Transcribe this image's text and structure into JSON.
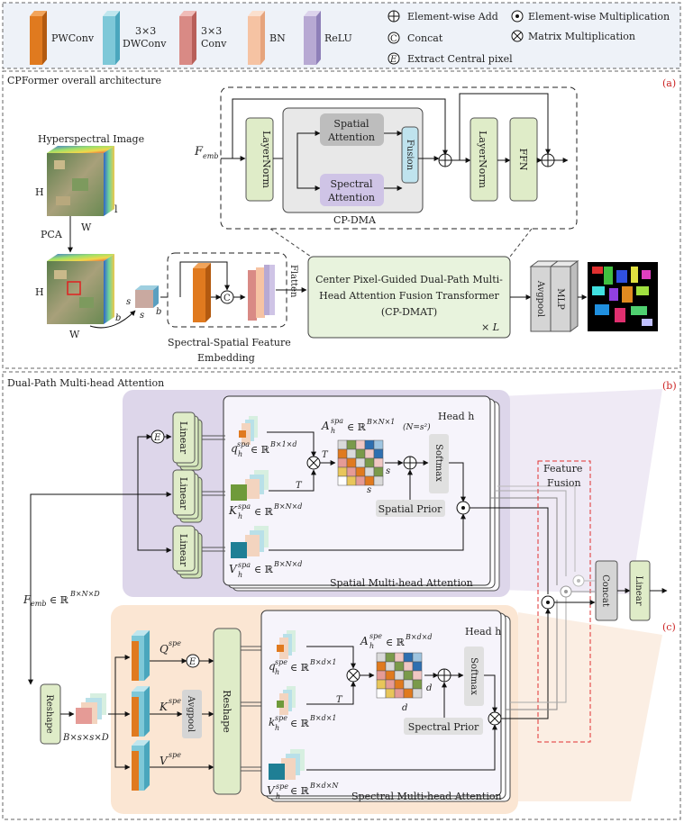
{
  "legend": {
    "pwconv": "PWConv",
    "dwconv": "3×3 DWConv",
    "conv": "3×3 Conv",
    "bn": "BN",
    "relu": "ReLU",
    "add": "Element-wise Add",
    "mul": "Element-wise Multiplication",
    "concat": "Concat",
    "matmul": "Matrix Multiplication",
    "extract": "Extract Central pixel"
  },
  "panel_a": {
    "title": "CPFormer overall architecture",
    "tag": "(a)",
    "hsi_label": "Hyperspectral Image",
    "h": "H",
    "w": "W",
    "l": "l",
    "pca": "PCA",
    "s": "s",
    "b": "b",
    "c": "C",
    "embed_line1": "Spectral-Spatial Feature",
    "embed_line2": "Embedding",
    "flatten": "Flatten",
    "transformer_line1": "Center Pixel-Guided Dual-Path Multi-",
    "transformer_line2": "Head Attention Fusion Transformer",
    "transformer_line3": "(CP-DMAT)",
    "times_l": "× L",
    "avgpool": "Avgpool",
    "mlp": "MLP",
    "femb": "F",
    "femb_sub": "emb",
    "layernorm": "LayerNorm",
    "spatial_attention_1": "Spatial",
    "spatial_attention_2": "Attention",
    "spectral_attention_1": "Spectral",
    "spectral_attention_2": "Attention",
    "fusion": "Fusion",
    "ffn": "FFN",
    "cp_dma": "CP-DMA"
  },
  "panel_b": {
    "title": "Dual-Path Multi-head Attention",
    "tag": "(b)",
    "tag_c": "(c)",
    "head_h": "Head h",
    "linear": "Linear",
    "e": "E",
    "q_spa": "q",
    "k_spa": "K",
    "v_spa": "V",
    "sup_spa": "spa",
    "sub_h": "h",
    "q_spa_dim": "∈ ℝ",
    "q_spa_exp": "B×1×d",
    "k_spa_exp": "B×N×d",
    "v_spa_exp": "B×N×d",
    "a_spa": "A",
    "a_spa_exp": "B×N×1",
    "n_eq": "(N=s²)",
    "t": "T",
    "s": "s",
    "softmax": "Softmax",
    "spatial_prior": "Spatial Prior",
    "spatial_mha": "Spatial Multi-head Attention",
    "feature_fusion_1": "Feature",
    "feature_fusion_2": "Fusion",
    "concat": "Concat",
    "linear_out": "Linear",
    "femb_full": "F",
    "femb_sub": "emb",
    "femb_dim": "∈ ℝ",
    "femb_exp": "B×N×D",
    "reshape": "Reshape",
    "bssd": "B×s×s×D",
    "q_spe": "Q",
    "k_spe": "K",
    "v_spe": "V",
    "sup_spe": "spe",
    "avgpool": "Avgpool",
    "qh_spe_exp": "B×d×1",
    "kh_spe_exp": "B×d×1",
    "vh_spe_exp": "B×d×N",
    "a_spe_exp": "B×d×d",
    "d": "d",
    "spectral_prior": "Spectral Prior",
    "spectral_mha": "Spectral Multi-head Attention"
  },
  "colors": {
    "pwconv": "#e07a1f",
    "dwconv": "#7ec8d8",
    "conv": "#d98a85",
    "bn": "#f6c3a3",
    "relu": "#b7a9d3",
    "green_block": "#dfecc8",
    "red_tag": "#cc2222"
  }
}
